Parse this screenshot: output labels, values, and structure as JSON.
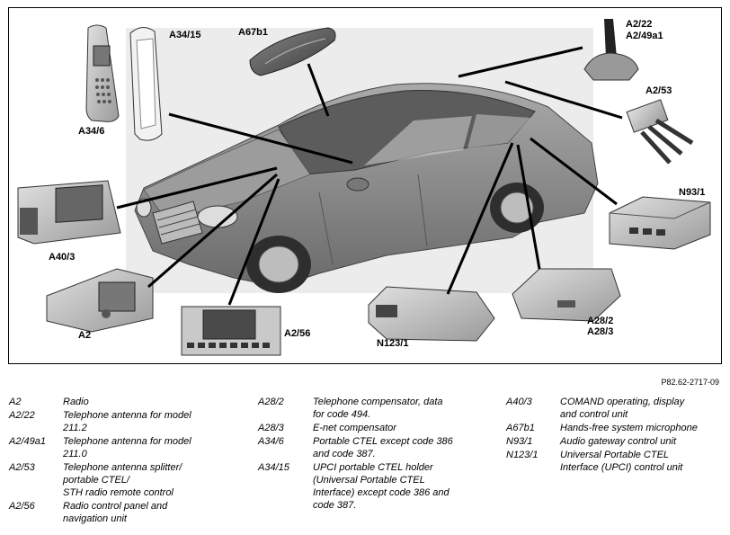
{
  "labels": {
    "A34_15": "A34/15",
    "A67b1": "A67b1",
    "A2_22": "A2/22",
    "A2_49a1": "A2/49a1",
    "A2_53": "A2/53",
    "A34_6": "A34/6",
    "N93_1": "N93/1",
    "A40_3": "A40/3",
    "A2": "A2",
    "A2_56": "A2/56",
    "N123_1": "N123/1",
    "A28_2": "A28/2",
    "A28_3": "A28/3"
  },
  "reference": "P82.62-2717-09",
  "legend": {
    "col1": [
      {
        "code": "A2",
        "lines": [
          "Radio"
        ]
      },
      {
        "code": "A2/22",
        "lines": [
          "Telephone antenna for model",
          "211.2"
        ]
      },
      {
        "code": "A2/49a1",
        "lines": [
          "Telephone antenna for model",
          "211.0"
        ]
      },
      {
        "code": "A2/53",
        "lines": [
          "Telephone antenna splitter/",
          "portable CTEL/",
          "STH radio remote control"
        ]
      },
      {
        "code": "A2/56",
        "lines": [
          "Radio control panel and",
          "navigation unit"
        ]
      }
    ],
    "col2": [
      {
        "code": "A28/2",
        "lines": [
          "Telephone compensator, data",
          "for code 494."
        ]
      },
      {
        "code": "A28/3",
        "lines": [
          "E-net compensator"
        ]
      },
      {
        "code": "A34/6",
        "lines": [
          "Portable CTEL except code 386",
          "and code 387."
        ]
      },
      {
        "code": "A34/15",
        "lines": [
          "UPCI portable CTEL holder",
          "(Universal Portable CTEL",
          "Interface) except code 386 and",
          "code 387."
        ]
      }
    ],
    "col3": [
      {
        "code": "A40/3",
        "lines": [
          "COMAND operating, display",
          "and control unit"
        ]
      },
      {
        "code": "A67b1",
        "lines": [
          "Hands-free system microphone"
        ]
      },
      {
        "code": "N93/1",
        "lines": [
          "Audio gateway control unit"
        ]
      },
      {
        "code": "N123/1",
        "lines": [
          "Universal Portable CTEL",
          "Interface (UPCI) control unit"
        ]
      }
    ]
  }
}
